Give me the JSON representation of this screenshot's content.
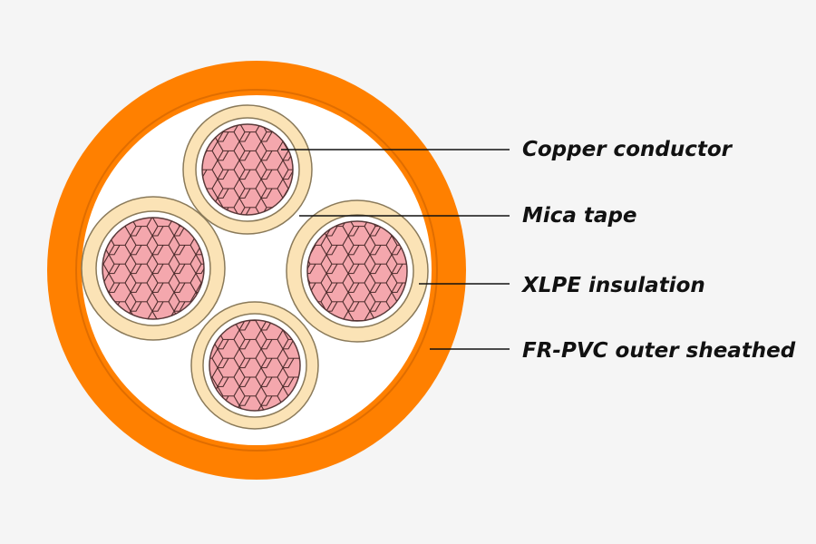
{
  "labels": {
    "copper_conductor": "Copper conductor",
    "mica_tape": "Mica tape",
    "xlpe_insulation": "XLPE insulation",
    "fr_pvc_outer_sheathed": "FR-PVC outer sheathed"
  },
  "colors": {
    "background": "#f5f5f5",
    "outer_sheath": "#ff8000",
    "filler": "#ffffff",
    "xlpe_insulation": "#fbe3b6",
    "mica_tape": "#ffffff",
    "copper": "#f4a7ad",
    "strand_lines": "#4a2a2a",
    "leader_line": "#111111"
  }
}
